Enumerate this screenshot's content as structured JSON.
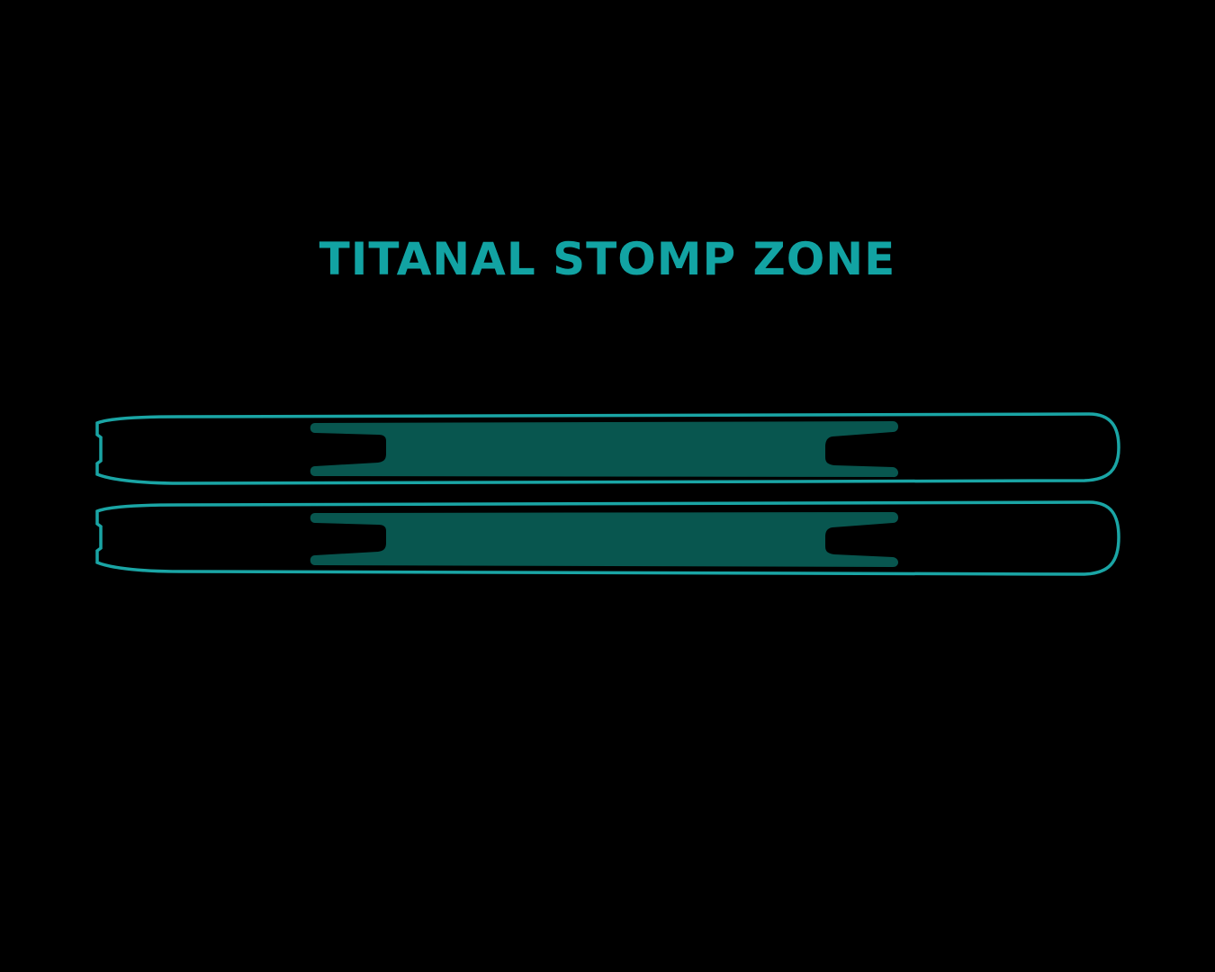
{
  "title": "TITANAL STOMP ZONE",
  "colors": {
    "background": "#000000",
    "title": "#12a3a3",
    "ski_outline": "#1aa5a5",
    "ski_fill": "#000000",
    "stomp_zone_fill": "#08564f",
    "stomp_zone_core": "#0a5a55"
  },
  "skis": [
    {
      "name": "top-ski"
    },
    {
      "name": "bottom-ski"
    }
  ]
}
